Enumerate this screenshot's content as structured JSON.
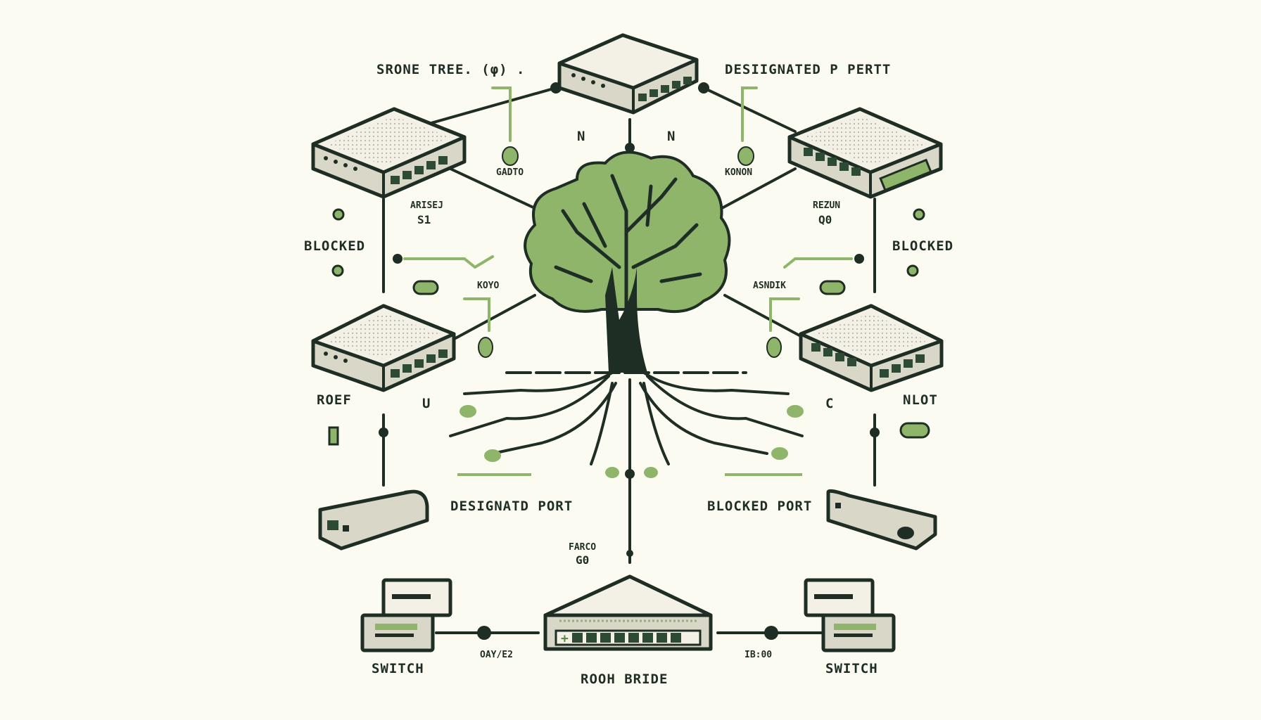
{
  "colors": {
    "background": "#fbfbf1",
    "ink": "#1f2e25",
    "leaf_green": "#8fb56a",
    "device_body": "#d9d8c8",
    "device_top": "#f3f1e6"
  },
  "labels": {
    "top_left_title": "SRONE TREE. (φ) .",
    "top_right_title": "DESIIGNATED P PERTT",
    "n_left": "N",
    "n_right": "N",
    "gadto": "GADTO",
    "konon": "KONON",
    "arisej": "ARISEJ",
    "s1": "S1",
    "rezun": "REZUN",
    "q0": "Q0",
    "blocked_left": "BLOCKED",
    "blocked_right": "BLOCKED",
    "koyo": "KOYO",
    "asndik": "ASNDIK",
    "roef": "ROEF",
    "u": "U",
    "c": "C",
    "nlot": "NLOT",
    "designated_port": "DESIGNATD PORT",
    "blocked_port": "BLOCKED PORT",
    "farco": "FARCO",
    "g0": "G0",
    "oayez": "OAY/E2",
    "ibo0": "IB:00",
    "switch_left": "SWITCH",
    "switch_right": "SWITCH",
    "root_bridge": "ROOH BRIDE"
  },
  "icons": [
    "switch-device-icon",
    "tree-icon",
    "root-bridge-icon",
    "leaf-icon",
    "port-pill-icon"
  ]
}
